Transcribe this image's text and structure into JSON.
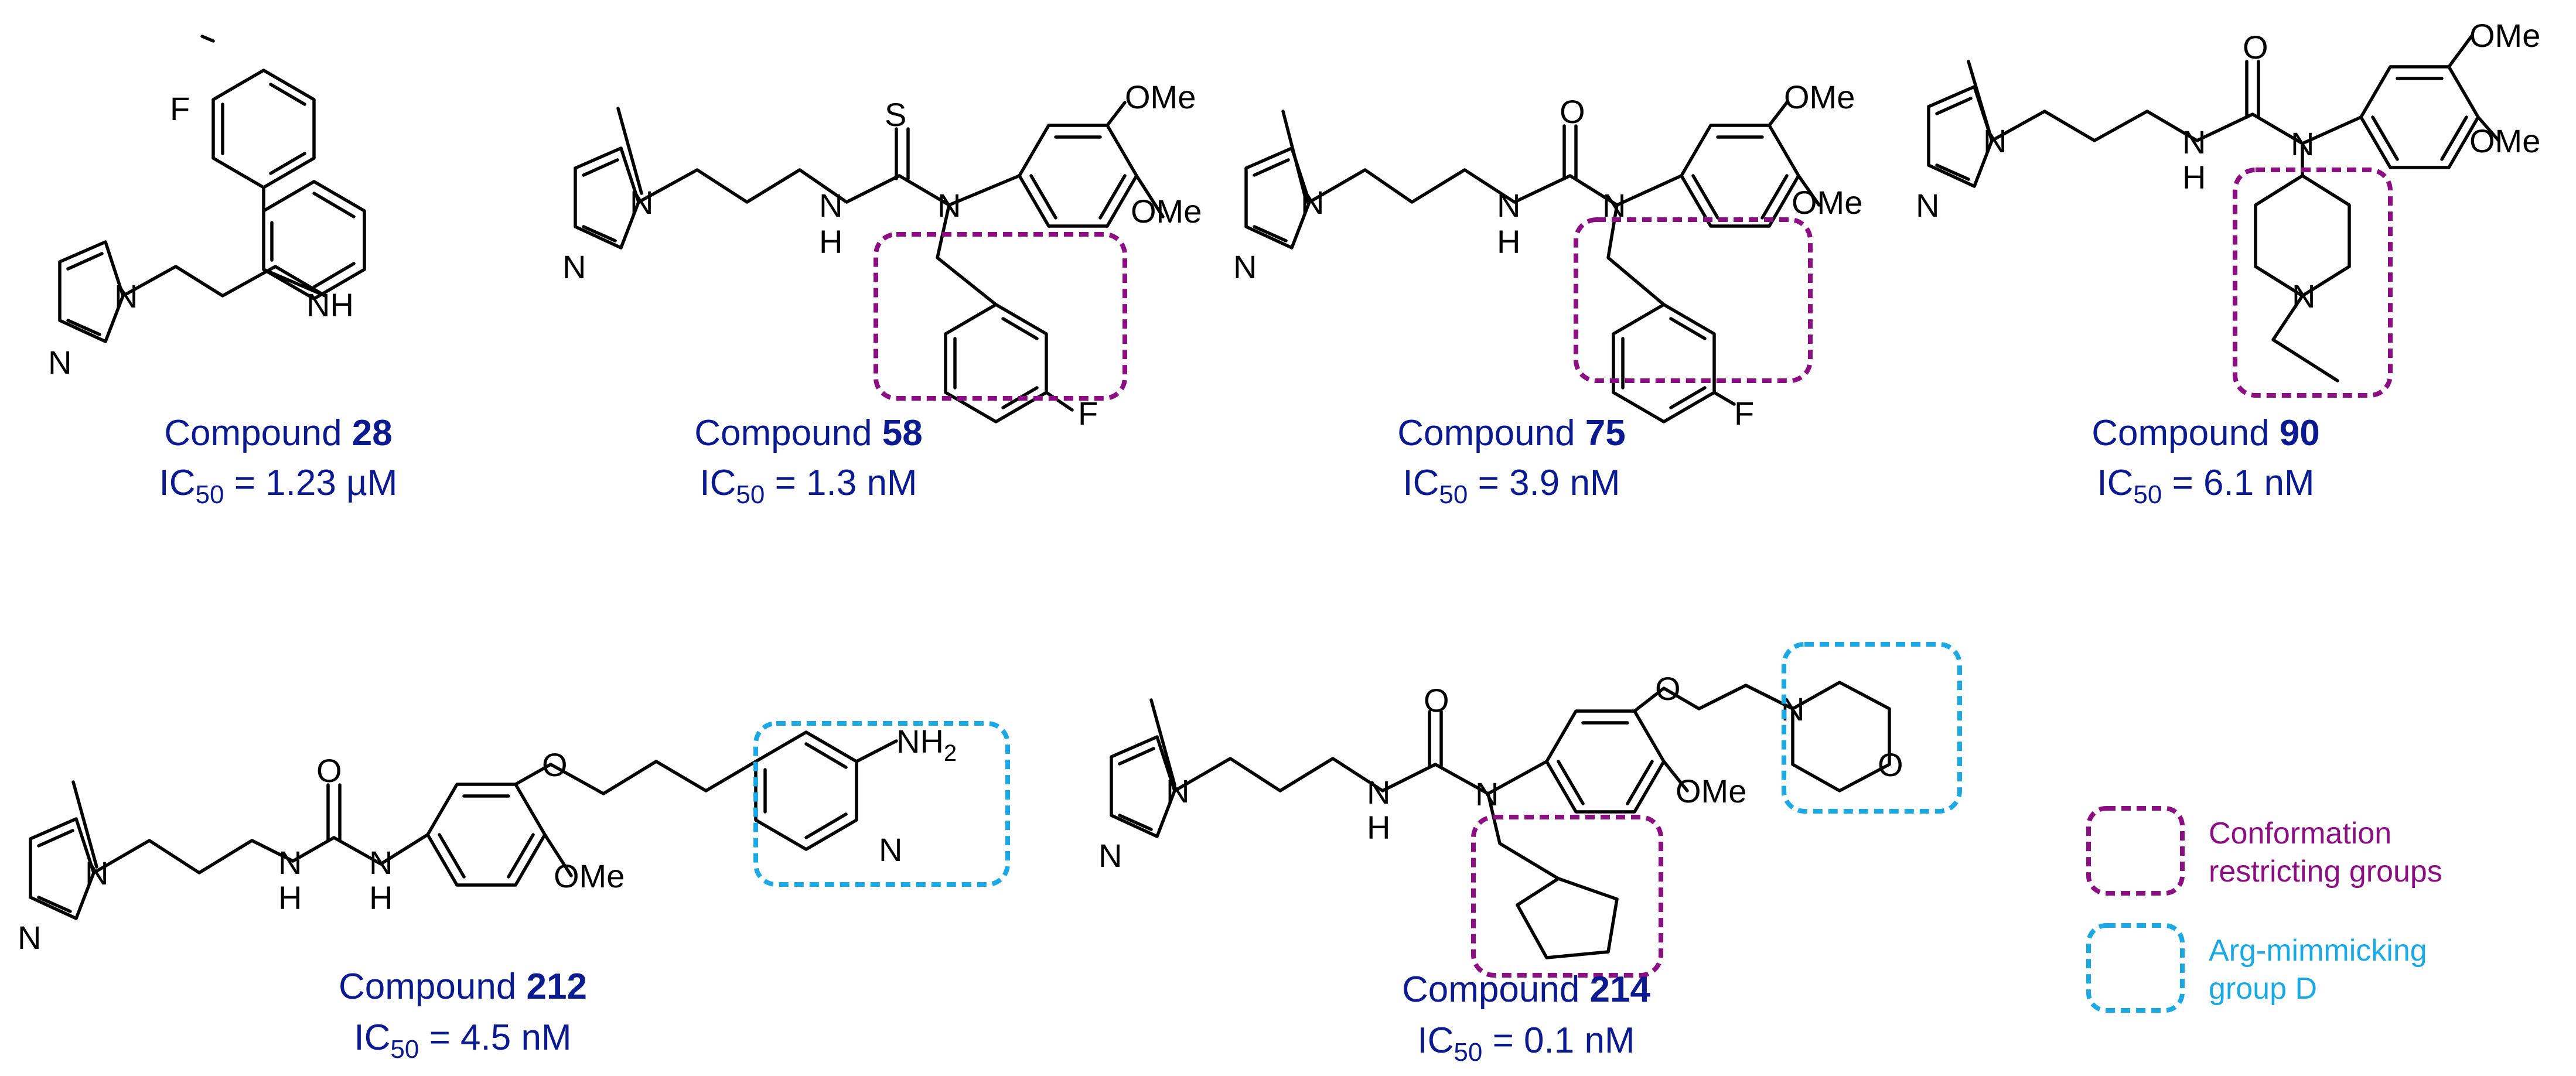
{
  "colors": {
    "caption": "#0B1B8F",
    "conformation": "#8B0E83",
    "arg": "#1BA9E6",
    "bond": "#000000"
  },
  "atoms": {
    "F": "F",
    "N": "N",
    "NH": "NH",
    "H": "H",
    "S": "S",
    "O": "O",
    "OMe": "OMe",
    "NH2_base": "NH",
    "NH2_sub": "2"
  },
  "compounds": [
    {
      "prefix": "Compound ",
      "id": "28",
      "ic_pre": "IC",
      "ic_sub": "50",
      "ic_post": " = 1.23 µM"
    },
    {
      "prefix": "Compound ",
      "id": "58",
      "ic_pre": "IC",
      "ic_sub": "50",
      "ic_post": " = 1.3 nM"
    },
    {
      "prefix": "Compound ",
      "id": "75",
      "ic_pre": "IC",
      "ic_sub": "50",
      "ic_post": " = 3.9 nM"
    },
    {
      "prefix": "Compound ",
      "id": "90",
      "ic_pre": "IC",
      "ic_sub": "50",
      "ic_post": " = 6.1 nM"
    },
    {
      "prefix": "Compound ",
      "id": "212",
      "ic_pre": "IC",
      "ic_sub": "50",
      "ic_post": " = 4.5 nM"
    },
    {
      "prefix": "Compound ",
      "id": "214",
      "ic_pre": "IC",
      "ic_sub": "50",
      "ic_post": " = 0.1 nM"
    }
  ],
  "legend": {
    "conformation": {
      "line1": "Conformation",
      "line2": "restricting groups"
    },
    "arg": {
      "line1": "Arg-mimmicking",
      "line2": "group D"
    }
  }
}
